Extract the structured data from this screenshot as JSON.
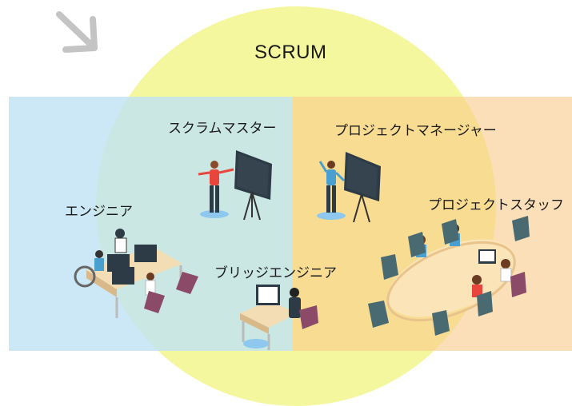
{
  "title": "SCRUM",
  "colors": {
    "circle": "#f4f79e",
    "left_band": "#bfe2f4",
    "right_band": "#f9d8a8",
    "arrow": "#c4c4c4"
  },
  "icons": [
    "arrow-down-right-icon"
  ],
  "roles": {
    "scrum_master": "スクラムマスター",
    "project_manager": "プロジェクトマネージャー",
    "engineer": "エンジニア",
    "project_staff": "プロジェクトスタッフ",
    "bridge_engineer": "ブリッジエンジニア"
  }
}
